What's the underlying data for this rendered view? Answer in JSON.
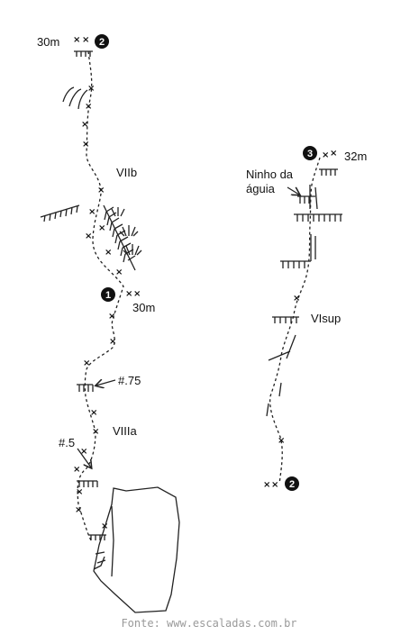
{
  "labels": {
    "left_top_anchor_length": "30m",
    "left_mid_anchor_length": "30m",
    "right_top_anchor_length": "32m",
    "grade_upper_left": "VIIb",
    "grade_lower_left": "VIIIa",
    "grade_right": "VIsup",
    "gear_75": "#.75",
    "gear_5": "#.5",
    "ninho_line1": "Ninho da",
    "ninho_line2": "águia"
  },
  "badges": {
    "belay_1": "1",
    "belay_2_top": "2",
    "belay_3": "3",
    "belay_2_bottom": "2"
  },
  "credit": "Fonte: www.escaladas.com.br"
}
